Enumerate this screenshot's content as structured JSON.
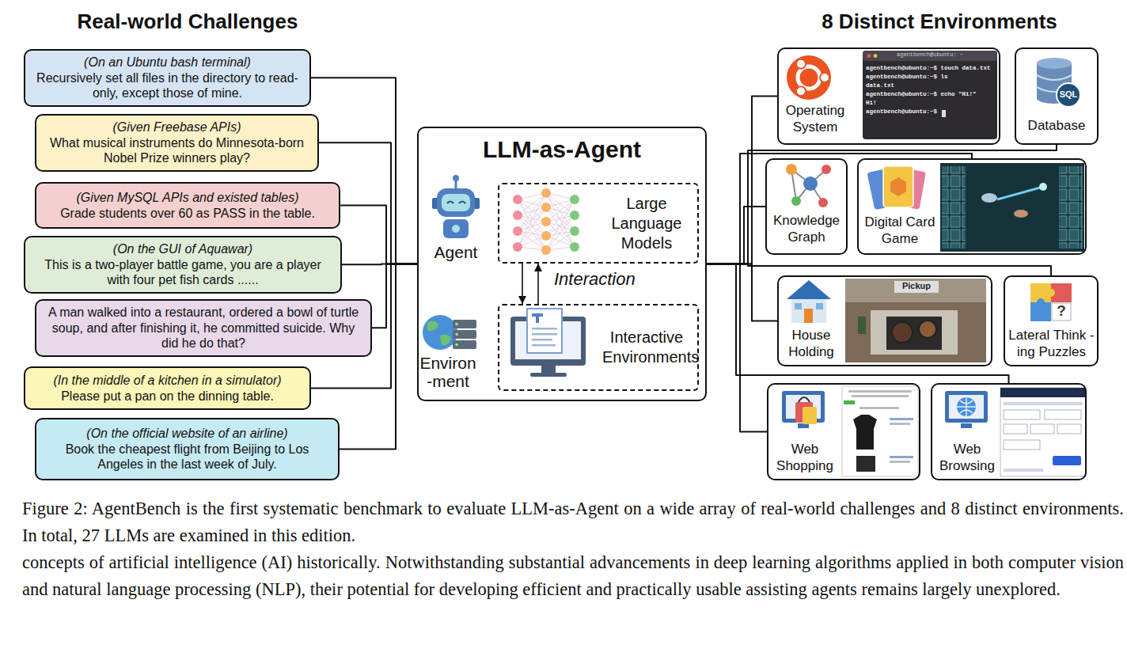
{
  "diagram": {
    "caption": "Figure 2: AgentBench is the first systematic benchmark to evaluate LLM-as-Agent on a wide array of real-world challenges and 8 distinct environments. In total, 27 LLMs are examined in this edition.",
    "nodes": [
      {
        "text": [
          "(On an Ubuntu bash terminal)",
          "Recursively set all files in the directory to read-only, except those of mine."
        ]
      },
      {
        "text": [
          "(Given Freebase APIs)",
          "What musical instruments do Minnesota-born Nobel Prize winners play?"
        ]
      },
      {
        "text": [
          "(Given MySQL APIs and existed tables)",
          "Grade students over 60 as PASS in the table."
        ]
      },
      {
        "text": [
          "(On the GUI of Aquawar)",
          "This is a two-player battle game, you are a player with four pet fish cards ......"
        ]
      },
      {
        "text": [
          "A man walked into a restaurant, ordered a bowl of turtle soup, and after finishing it, he committed suicide. Why did he do that?"
        ]
      },
      {
        "text": [
          "(In the middle of a kitchen in a simulator)",
          "Please put a pan on the dinning table."
        ]
      },
      {
        "text": [
          "(On the official website of an airline)",
          "Book the cheapest flight from Beijing to Los Angeles in the last week of July."
        ]
      },
      {
        "text": [
          "LLM-as-Agent"
        ]
      },
      {
        "text": [
          "Large Language Models"
        ],
        "in": 7
      },
      {
        "text": [
          "Interactive Environments"
        ],
        "in": 7
      },
      {
        "text": [
          "Operating System"
        ]
      },
      {
        "text": [
          "Database"
        ]
      },
      {
        "text": [
          "Knowledge Graph"
        ]
      },
      {
        "text": [
          "Digital Card Game"
        ]
      },
      {
        "text": [
          "House Holding"
        ]
      },
      {
        "text": [
          "Lateral Think -ing Puzzles"
        ]
      },
      {
        "text": [
          "Web Shopping"
        ]
      },
      {
        "text": [
          "Web Browsing"
        ]
      }
    ],
    "edges": [
      {
        "from": 8,
        "to": 9,
        "arrow": "to"
      },
      {
        "from": 9,
        "to": 8,
        "arrow": "to"
      },
      {
        "from": 0,
        "to": 7,
        "arrow": "none"
      },
      {
        "from": 1,
        "to": 7,
        "arrow": "none"
      },
      {
        "from": 2,
        "to": 7,
        "arrow": "none"
      },
      {
        "from": 3,
        "to": 7,
        "arrow": "none"
      },
      {
        "from": 4,
        "to": 7,
        "arrow": "none"
      },
      {
        "from": 5,
        "to": 7,
        "arrow": "none"
      },
      {
        "from": 6,
        "to": 7,
        "arrow": "none"
      },
      {
        "from": 7,
        "to": 10,
        "arrow": "none"
      },
      {
        "from": 7,
        "to": 11,
        "arrow": "none"
      },
      {
        "from": 7,
        "to": 12,
        "arrow": "none"
      },
      {
        "from": 7,
        "to": 13,
        "arrow": "none"
      },
      {
        "from": 7,
        "to": 14,
        "arrow": "none"
      },
      {
        "from": 7,
        "to": 15,
        "arrow": "none"
      },
      {
        "from": 7,
        "to": 16,
        "arrow": "none"
      },
      {
        "from": 7,
        "to": 17,
        "arrow": "none"
      }
    ],
    "labels": [
      "Real-world Challenges",
      "8 Distinct Environments",
      "Agent",
      "Interaction",
      "Environ -ment",
      "agentbench@ubuntu: ~",
      "agentbench@ubuntu:~$ touch data.txt",
      "agentbench@ubuntu:~$ ls",
      "data.txt",
      "agentbench@ubuntu:~$ echo \"Hi!\"",
      "Hi!",
      "agentbench@ubuntu:~$",
      "SQL",
      "Pickup",
      "?",
      "concepts of artificial intelligence (AI) historically. Notwithstanding substantial advancements in deep learning algorithms applied in both computer vision and natural language processing (NLP), their potential for developing efficient and practically usable assisting agents remains largely unexplored."
    ]
  }
}
